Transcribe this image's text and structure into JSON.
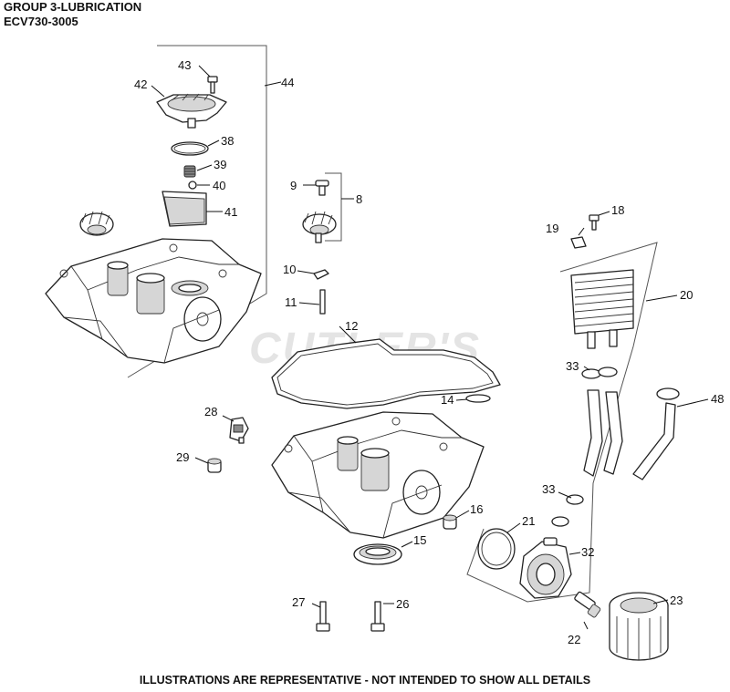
{
  "header": {
    "group_title": "GROUP 3-LUBRICATION",
    "model": "ECV730-3005"
  },
  "watermark": "CUTLER'S",
  "footer": "ILLUSTRATIONS ARE REPRESENTATIVE - NOT INTENDED TO SHOW ALL DETAILS",
  "callouts": {
    "c43": "43",
    "c42": "42",
    "c44": "44",
    "c38": "38",
    "c39": "39",
    "c40": "40",
    "c41": "41",
    "c9": "9",
    "c8": "8",
    "c10": "10",
    "c11": "11",
    "c12": "12",
    "c14": "14",
    "c18": "18",
    "c19": "19",
    "c20": "20",
    "c33a": "33",
    "c48": "48",
    "c28": "28",
    "c29": "29",
    "c33b": "33",
    "c16": "16",
    "c21": "21",
    "c15": "15",
    "c32": "32",
    "c27": "27",
    "c26": "26",
    "c23": "23",
    "c22": "22"
  }
}
